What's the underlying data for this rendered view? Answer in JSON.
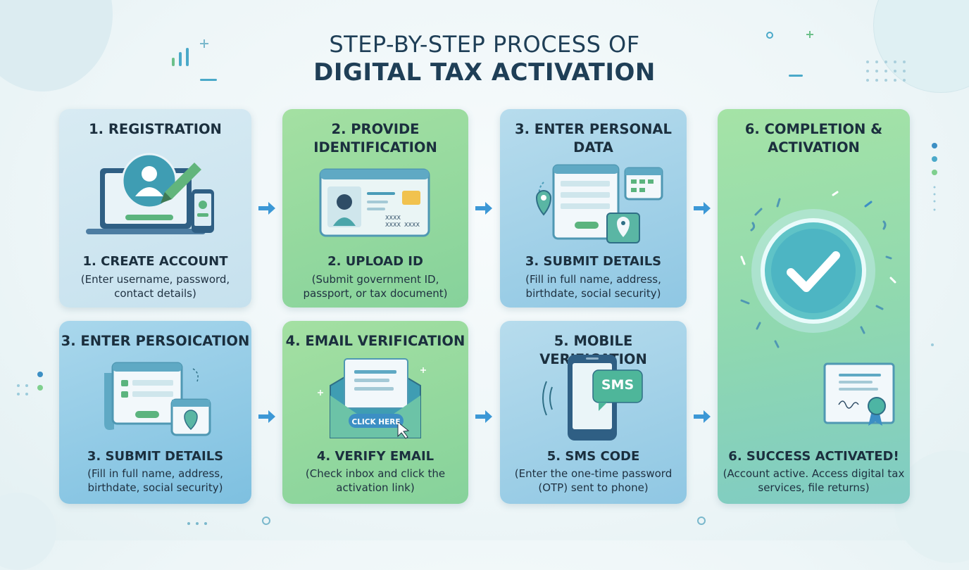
{
  "title": {
    "line1": "STEP-BY-STEP PROCESS OF",
    "line2": "DIGITAL TAX ACTIVATION"
  },
  "steps": [
    {
      "title": "1. REGISTRATION",
      "subtitle": "1. CREATE ACCOUNT",
      "description": "(Enter username, password, contact details)"
    },
    {
      "title": "2. PROVIDE IDENTIFICATION",
      "subtitle": "2. UPLOAD ID",
      "description": "(Submit government ID, passport, or tax document)",
      "id_text_1": "XXXX",
      "id_text_2": "XXXX  XXXX"
    },
    {
      "title": "3. ENTER PERSONAL DATA",
      "subtitle": "3. SUBMIT DETAILS",
      "description": "(Fill in full name, address, birthdate, social security)"
    },
    {
      "title": "3. ENTER PERSOICATION",
      "subtitle": "3. SUBMIT DETAILS",
      "description": "(Fill in full name, address, birthdate, social security)"
    },
    {
      "title": "4. EMAIL VERIFICATION",
      "subtitle": "4. VERIFY EMAIL",
      "description": "(Check inbox and click the activation link)",
      "button_label": "CLICK HERE"
    },
    {
      "title": "5. MOBILE VERIFICATION",
      "subtitle": "5. SMS CODE",
      "description": "(Enter the one-time password (OTP) sent to phone)",
      "sms_label": "SMS"
    },
    {
      "title": "6. COMPLETION & ACTIVATION",
      "subtitle": "6. SUCCESS ACTIVATED!",
      "description": "(Account active. Access digital tax services, file returns)"
    }
  ],
  "icons": [
    "laptop-user-icon",
    "id-card-icon",
    "form-calendar-icon",
    "form-location-icon",
    "envelope-icon",
    "phone-sms-icon",
    "checkmark-icon",
    "certificate-icon",
    "arrow-right-icon"
  ],
  "colors": {
    "title": "#1f3f57",
    "arrow": "#3c98d6",
    "green_card": "#96d99e",
    "blue_card": "#a3d2ea",
    "text": "#1b2f3e"
  }
}
